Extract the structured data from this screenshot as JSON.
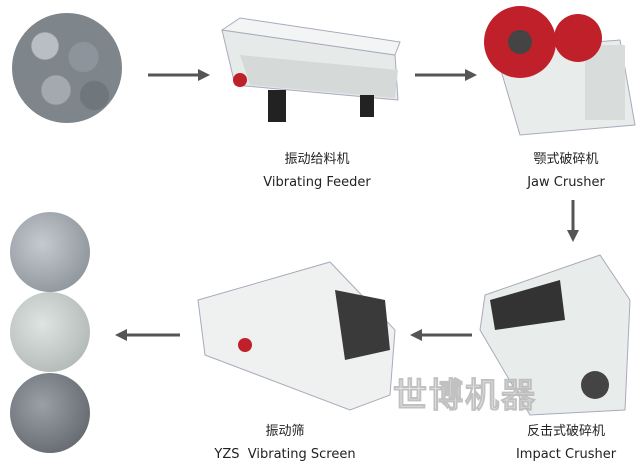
{
  "steps": [
    {
      "cn": "振动给料机",
      "en": "Vibrating Feeder"
    },
    {
      "cn": "颚式破碎机",
      "en": "Jaw Crusher"
    },
    {
      "cn": "反击式破碎机",
      "en": "Impact Crusher"
    },
    {
      "cn": "振动筛",
      "en": "YZS  Vibrating Screen"
    }
  ],
  "watermark": "世博机器",
  "colors": {
    "arrow": "#555555",
    "machine_body": "#e8ecea",
    "flywheel": "#c0202a"
  }
}
